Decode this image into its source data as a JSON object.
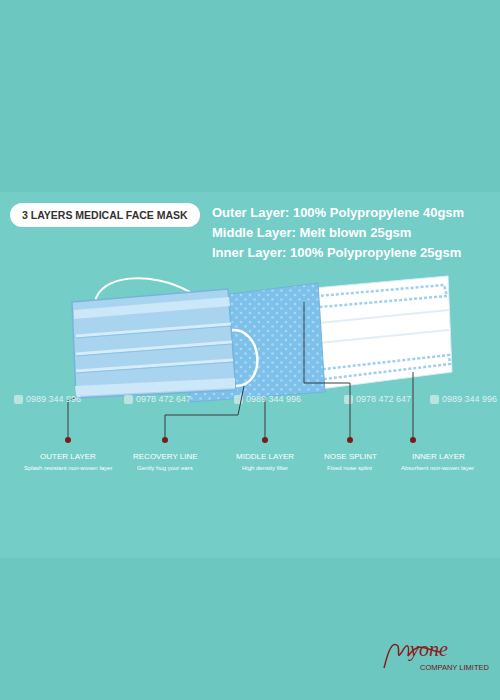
{
  "diagram": {
    "nodes": [
      {
        "text": [
          "3 LAYERS MEDICAL FACE MASK"
        ]
      }
    ],
    "labels": [
      "Outer Layer: 100% Polypropylene 40gsm",
      "Middle Layer: Melt blown 25gsm",
      "Inner Layer: 100% Polypropylene 25gsm",
      "OUTER LAYER",
      "Splash resistant non-woven layer",
      "RECOVERY LINE",
      "Gently hug your ears",
      "MIDDLE LAYER",
      "High density filter",
      "NOSE SPLINT",
      "Fixed nose splint",
      "INNER LAYER",
      "Absorbent non-woven layer",
      "0989 344 996",
      "0978 472 647",
      "0989 344 996",
      "0978 472 647",
      "0989 344 996",
      "yone",
      "COMPANY LIMITED"
    ]
  }
}
